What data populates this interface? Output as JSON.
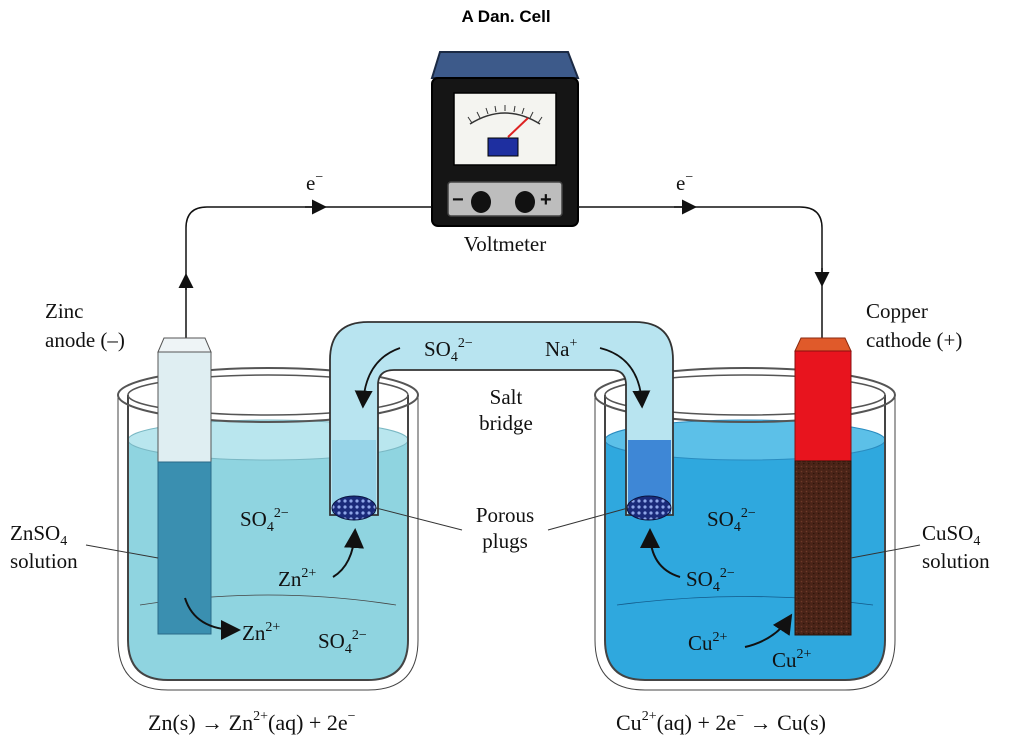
{
  "title": "A Dan.   Cell",
  "voltmeter": {
    "label": "Voltmeter",
    "minus": "−",
    "plus": "+"
  },
  "electrons": {
    "left": "e",
    "right": "e",
    "charge": "−"
  },
  "labels": {
    "zinc_line1": "Zinc",
    "zinc_line2": "anode (–)",
    "copper_line1": "Copper",
    "copper_line2": "cathode (+)",
    "salt_line1": "Salt",
    "salt_line2": "bridge",
    "porous_line1": "Porous",
    "porous_line2": "plugs",
    "znso4_main": "ZnSO",
    "znso4_sub": "4",
    "znso4_line2": "solution",
    "cuso4_main": "CuSO",
    "cuso4_sub": "4",
    "cuso4_line2": "solution"
  },
  "ions": {
    "so4": "SO",
    "so4_sub": "4",
    "so4_charge": "2−",
    "na": "Na",
    "na_charge": "+",
    "zn": "Zn",
    "zn_charge": "2+",
    "cu": "Cu",
    "cu_charge": "2+"
  },
  "equations": {
    "left": {
      "a": "Zn(s) → Zn",
      "sup": "2+",
      "b": "(aq) + 2e",
      "sup2": "−"
    },
    "right": {
      "a": "Cu",
      "sup": "2+",
      "b": "(aq) + 2e",
      "sup2": "−",
      "c": " → Cu(s)"
    }
  }
}
